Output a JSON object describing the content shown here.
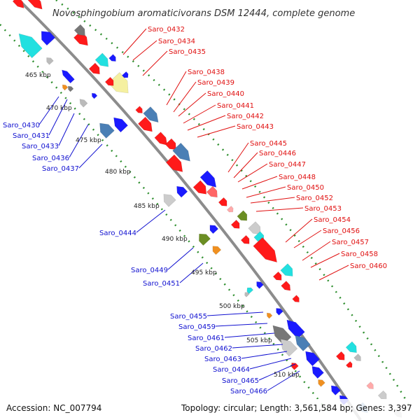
{
  "title": "Novosphingobium aromaticivorans DSM 12444, complete genome",
  "footer": {
    "accession": "Accession: NC_007794",
    "topology": "Topology: circular; Length: 3,561,584 bp; Genes: 3,397"
  },
  "colors": {
    "backbone": "#8c8c8c",
    "forward_label": "#e01010",
    "reverse_label": "#1010d0",
    "guide": "#2f8f2f"
  },
  "kbp_ticks": [
    "465 kbp",
    "470 kbp",
    "475 kbp",
    "480 kbp",
    "485 kbp",
    "490 kbp",
    "495 kbp",
    "500 kbp",
    "505 kbp",
    "510 kbp"
  ],
  "genes_forward": [
    "Saro_0432",
    "Saro_0434",
    "Saro_0435",
    "Saro_0438",
    "Saro_0439",
    "Saro_0440",
    "Saro_0441",
    "Saro_0442",
    "Saro_0443",
    "Saro_0445",
    "Saro_0446",
    "Saro_0447",
    "Saro_0448",
    "Saro_0450",
    "Saro_0452",
    "Saro_0453",
    "Saro_0454",
    "Saro_0456",
    "Saro_0457",
    "Saro_0458",
    "Saro_0460"
  ],
  "genes_reverse": [
    "Saro_0430",
    "Saro_0431",
    "Saro_0433",
    "Saro_0436",
    "Saro_0437",
    "Saro_0444",
    "Saro_0449",
    "Saro_0451",
    "Saro_0455",
    "Saro_0459",
    "Saro_0461",
    "Saro_0462",
    "Saro_0463",
    "Saro_0464",
    "Saro_0465",
    "Saro_0466"
  ]
}
